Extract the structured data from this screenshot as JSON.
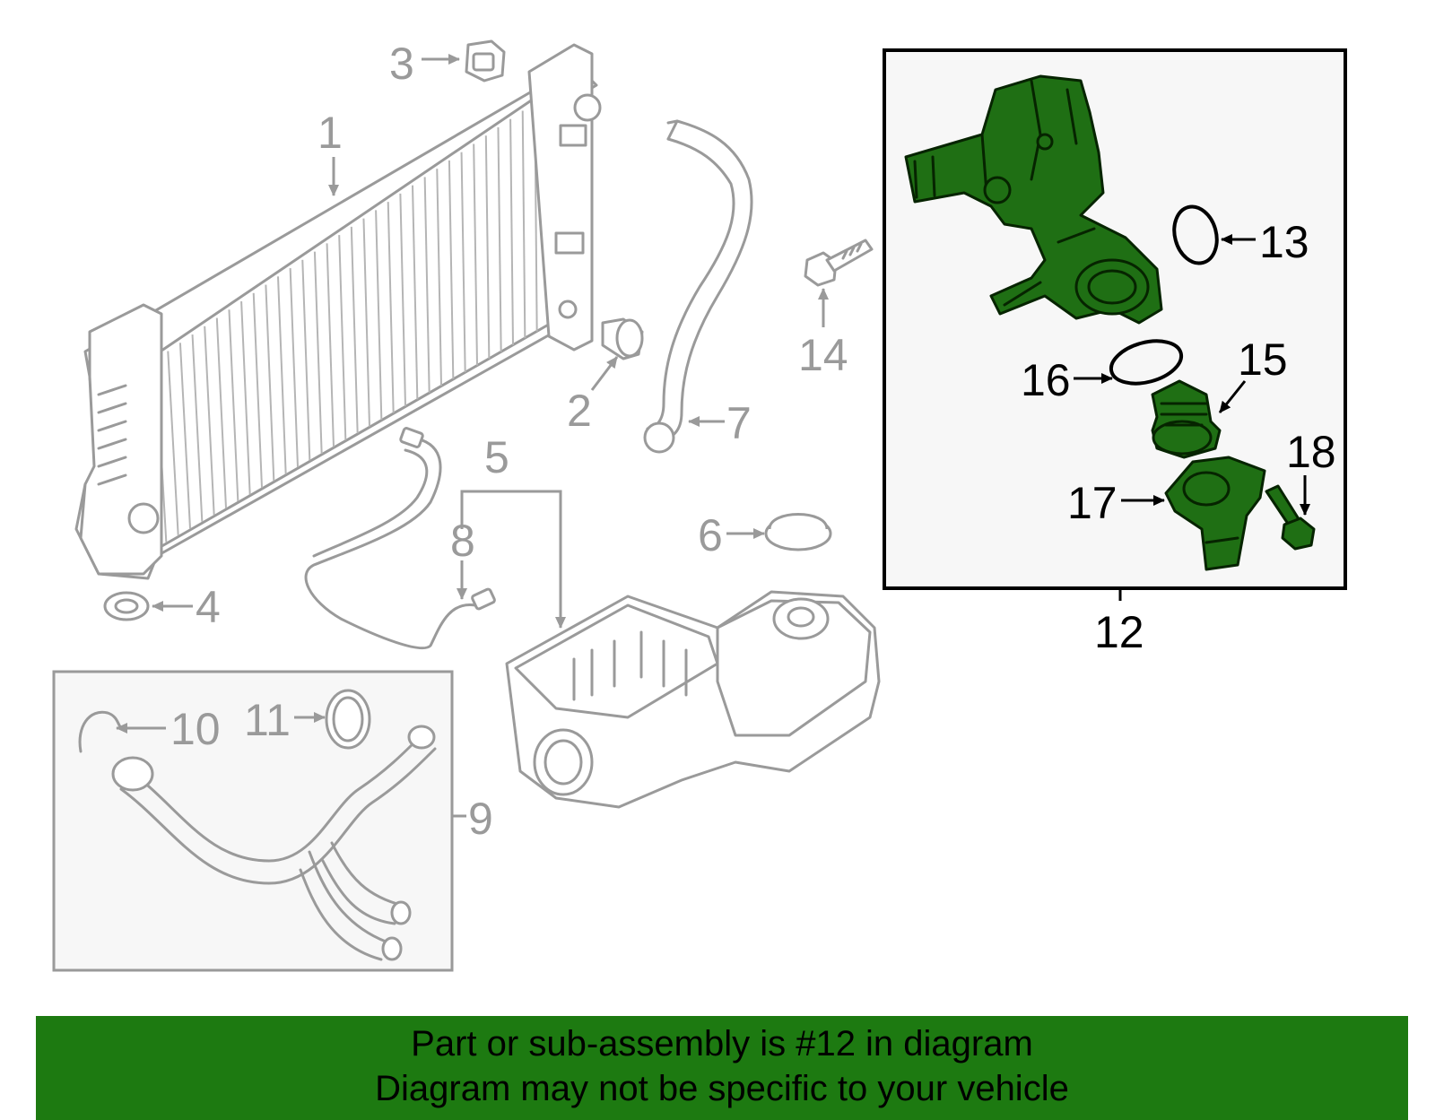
{
  "callouts": {
    "c1": "1",
    "c2": "2",
    "c3": "3",
    "c4": "4",
    "c5": "5",
    "c6": "6",
    "c7": "7",
    "c8": "8",
    "c9": "9",
    "c10": "10",
    "c11": "11",
    "c12": "12",
    "c13": "13",
    "c14": "14",
    "c15": "15",
    "c16": "16",
    "c17": "17",
    "c18": "18"
  },
  "highlight": {
    "callout": "12",
    "color": "#1f6f14"
  },
  "banner": {
    "line1": "Part or sub-assembly is #12 in diagram",
    "line2": "Diagram may not be specific to your vehicle",
    "color": "#1d7a11"
  },
  "colors": {
    "part_outline": "#9a9a9a",
    "highlight_fill": "#1f6f14",
    "box_stroke": "#000000"
  }
}
